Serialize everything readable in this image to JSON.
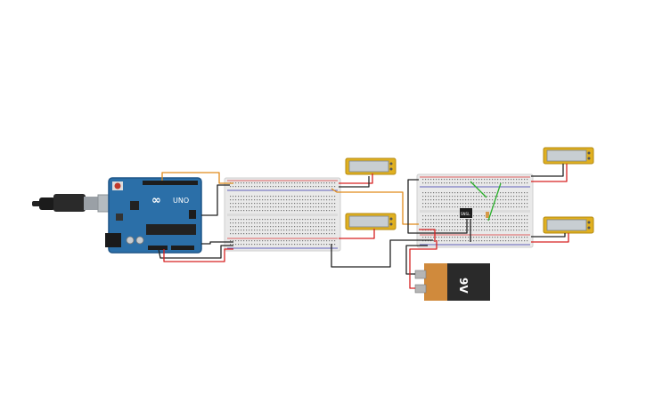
{
  "board": {
    "brand_text": "UNO",
    "logo_symbol": "∞",
    "colors": {
      "pcb": "#2b6fa8",
      "pcb_dark": "#1f5689",
      "header": "#1d1d1d",
      "chip": "#222222"
    }
  },
  "battery": {
    "label": "9V",
    "colors": {
      "body_dark": "#2a2a2a",
      "body_orange": "#d08a3c"
    }
  },
  "chip": {
    "label": "SNSL"
  },
  "displays": {
    "count": 4,
    "colors": {
      "frame": "#e0b020",
      "screen": "#c8ced2"
    }
  },
  "breadboards": {
    "colors": {
      "board": "#e8e8e8",
      "rail_red": "#d33",
      "rail_blue": "#33a"
    }
  },
  "wires": {
    "colors": {
      "red": "#d62020",
      "black": "#222222",
      "orange": "#e08a1a",
      "green": "#2cb02c"
    }
  }
}
